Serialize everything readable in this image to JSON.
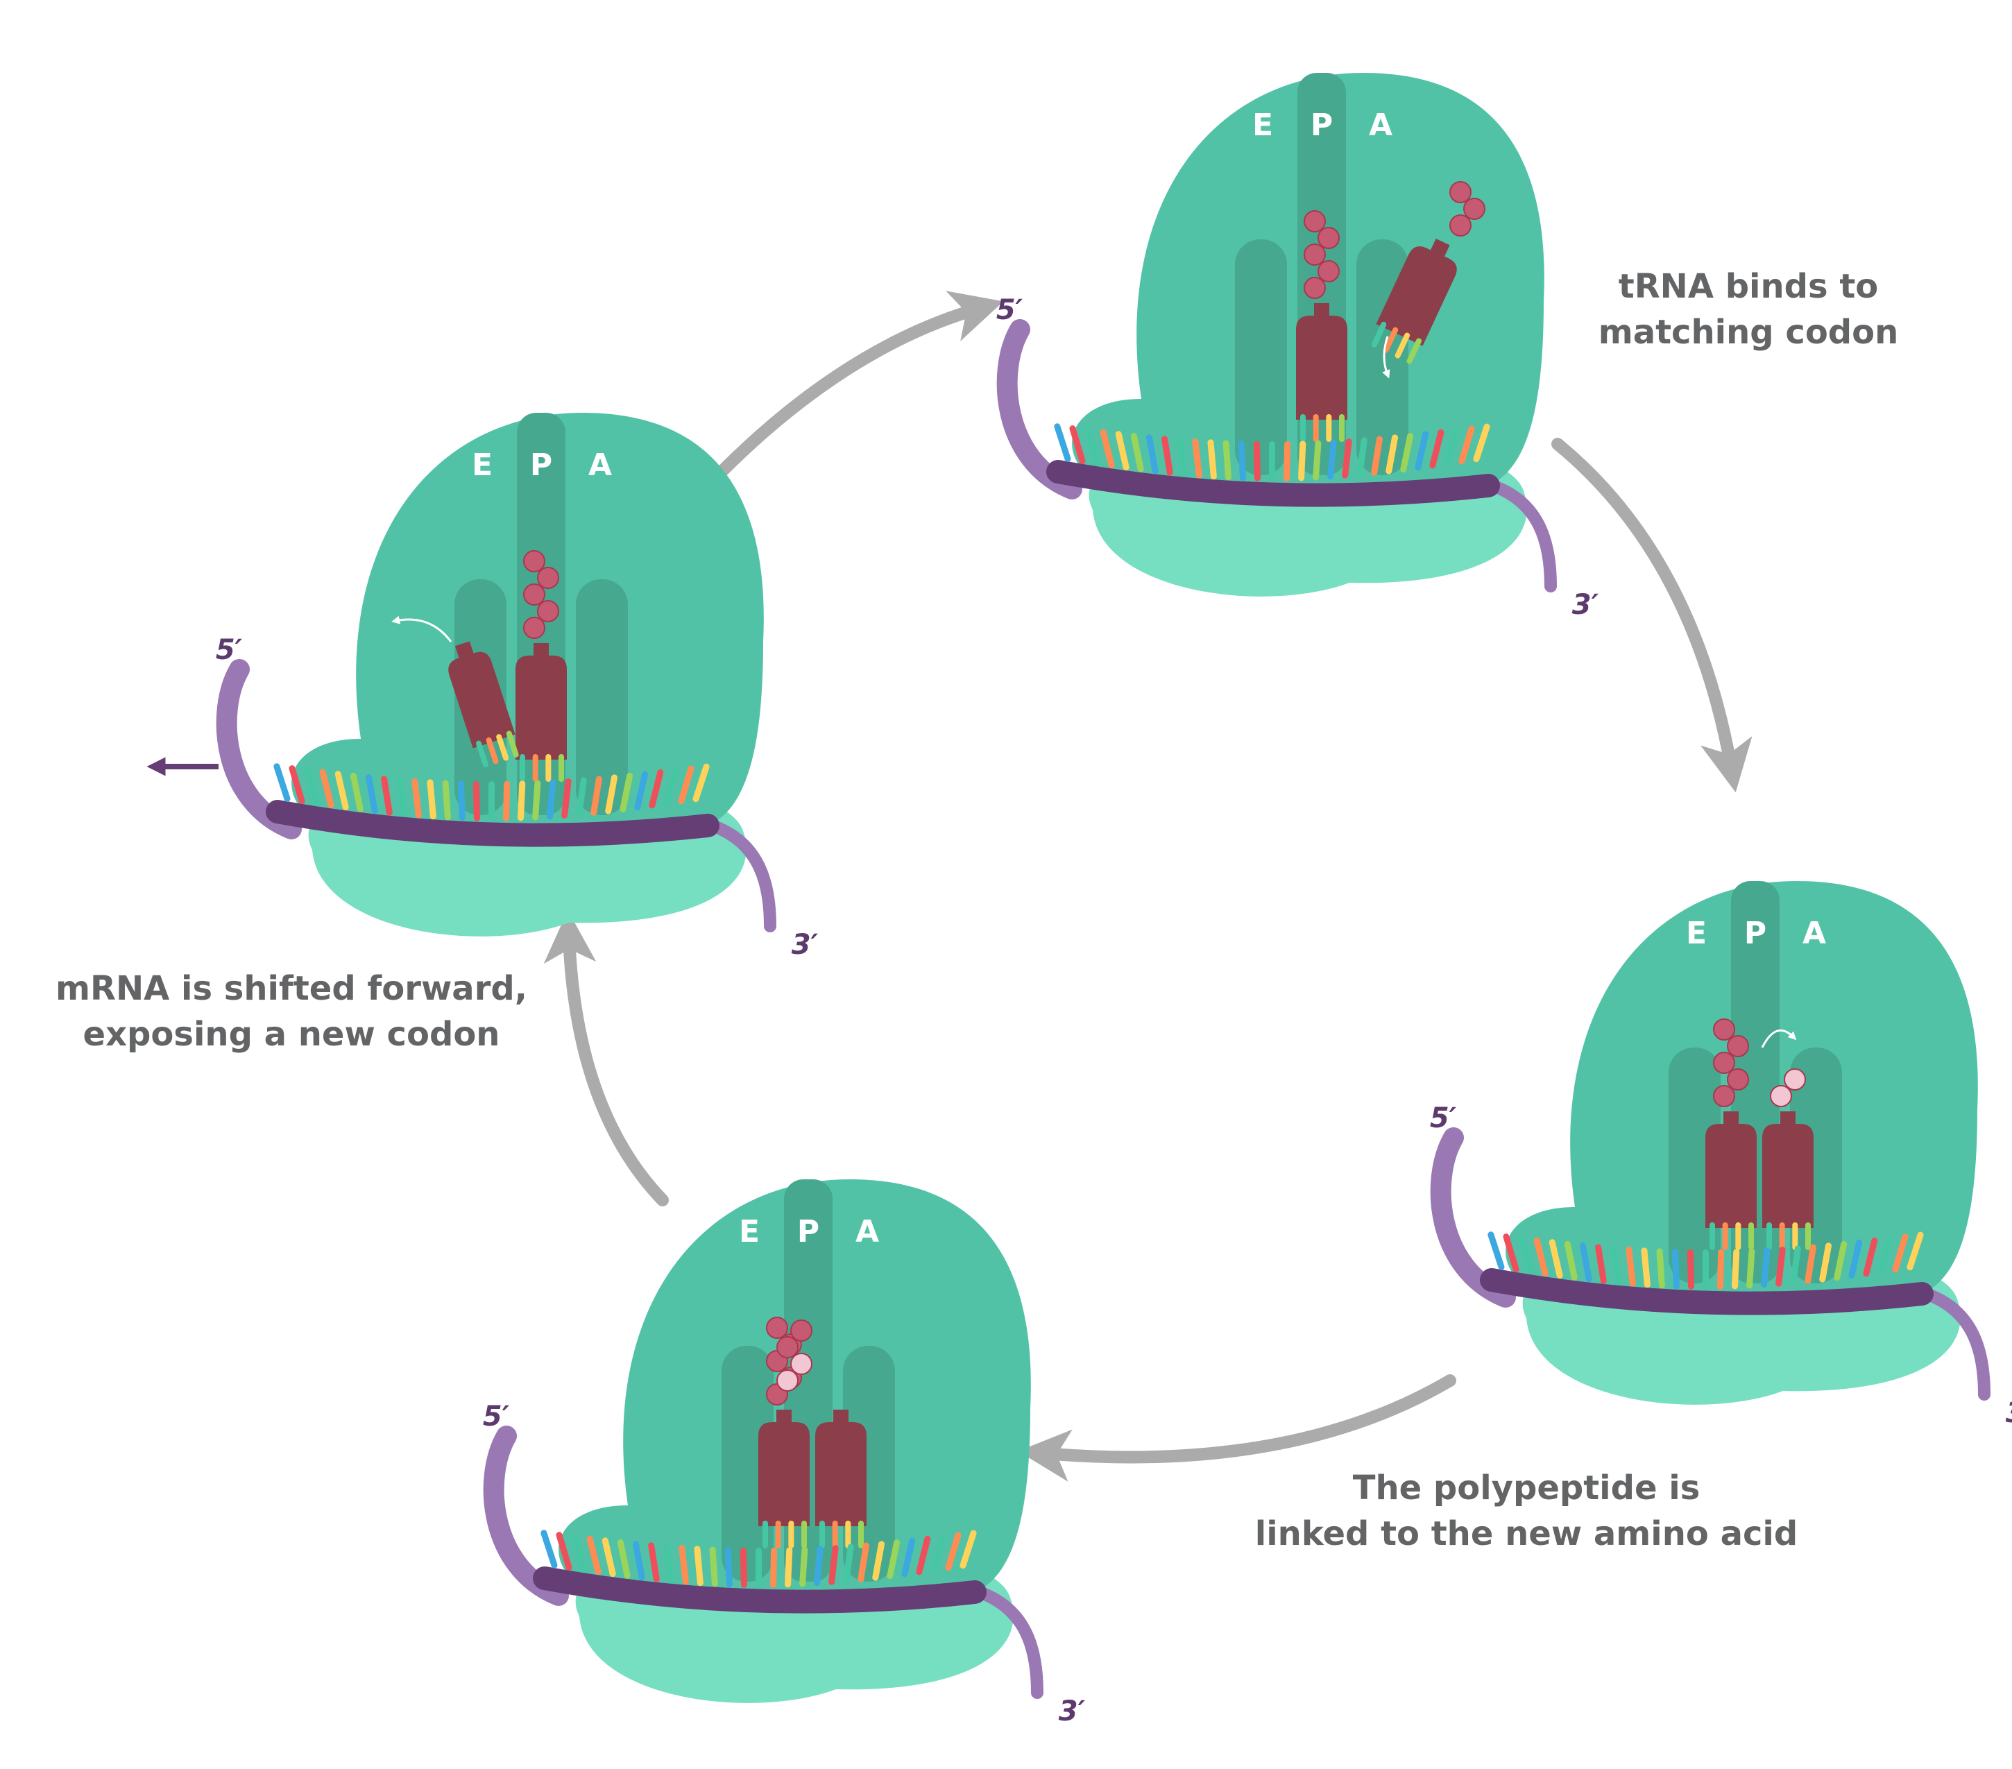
{
  "captions": {
    "binds": [
      "tRNA binds to",
      "matching codon"
    ],
    "linked": [
      "The polypeptide is",
      "linked to the new amino acid"
    ],
    "shifted": [
      "mRNA is shifted forward,",
      "exposing a new codon"
    ]
  },
  "site_labels": [
    "E",
    "P",
    "A"
  ],
  "strand_ends": {
    "five": "5′",
    "three": "3′"
  },
  "colors": {
    "ribosome_large": "#52c2a7",
    "ribosome_small": "#76dec1",
    "site_channel": "#46a88f",
    "mrna_backbone": "#643e74",
    "mrna_tail": "#9a78b3",
    "trna": "#8c3e4a",
    "amino_acid": "#c75a73",
    "new_amino_acid": "#f2c6d3",
    "cycle_arrow": "#ababab",
    "caption_text": "#636466",
    "base_colors": [
      "#ff8c52",
      "#ffd35a",
      "#9ad45a",
      "#3ca8e0",
      "#ef4f5a",
      "#45c7a3"
    ]
  },
  "stages": [
    {
      "name": "stage-trna-binding",
      "incoming_trna": true,
      "p_trna": true,
      "a_trna": false,
      "exiting_trna": false,
      "peptide_transfer": false
    },
    {
      "name": "stage-peptide-linking",
      "incoming_trna": false,
      "p_trna": true,
      "a_trna": true,
      "exiting_trna": false,
      "peptide_transfer": true
    },
    {
      "name": "stage-translocation",
      "incoming_trna": false,
      "p_trna": true,
      "a_trna": true,
      "exiting_trna": false,
      "peptide_transfer": false
    },
    {
      "name": "stage-mrna-shifted",
      "incoming_trna": false,
      "p_trna": true,
      "a_trna": false,
      "exiting_trna": true,
      "peptide_transfer": false
    }
  ],
  "cycle_direction": "clockwise"
}
